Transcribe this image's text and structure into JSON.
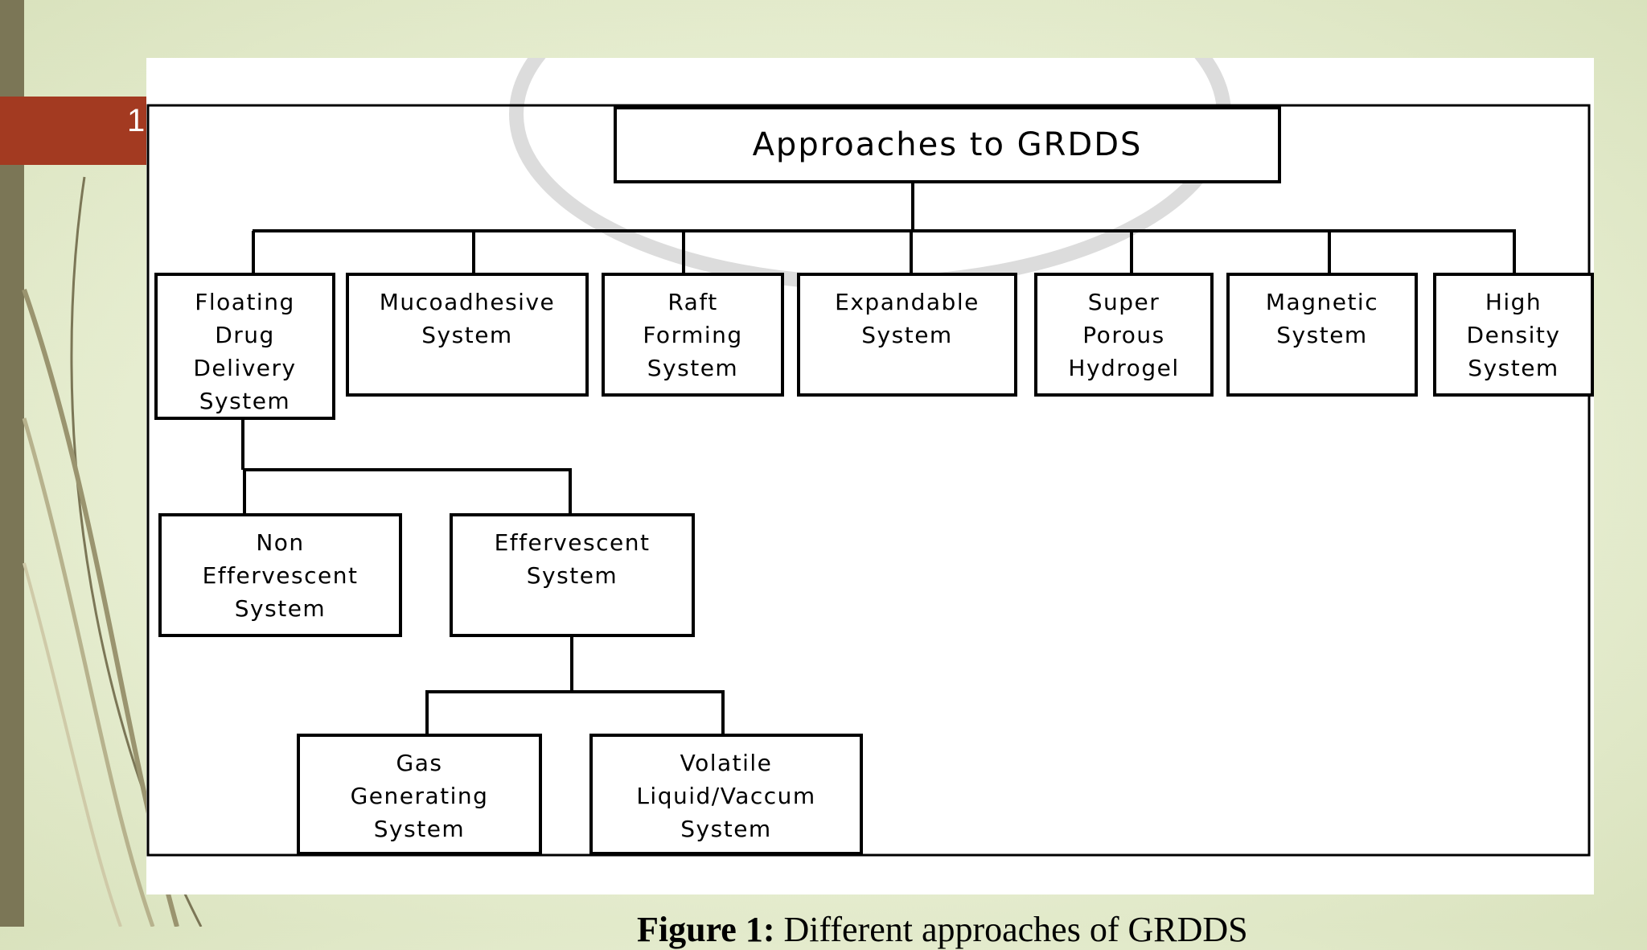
{
  "slide": {
    "number": "1"
  },
  "diagram": {
    "root": "Approaches to GRDDS",
    "level1": [
      "Floating\nDrug\nDelivery\nSystem",
      "Mucoadhesive\nSystem",
      "Raft\nForming\nSystem",
      "Expandable\nSystem",
      "Super\nPorous\nHydrogel",
      "Magnetic\nSystem",
      "High\nDensity\nSystem"
    ],
    "level2": [
      "Non\nEffervescent\nSystem",
      "Effervescent\nSystem"
    ],
    "level3": [
      "Gas\nGenerating\nSystem",
      "Volatile\nLiquid/Vaccum\nSystem"
    ]
  },
  "caption": {
    "bold": "Figure 1:",
    "text": " Different approaches of GRDDS"
  },
  "colors": {
    "accent": "#a33a21",
    "left_bar": "#7b7656",
    "background": "#e6edd0"
  }
}
